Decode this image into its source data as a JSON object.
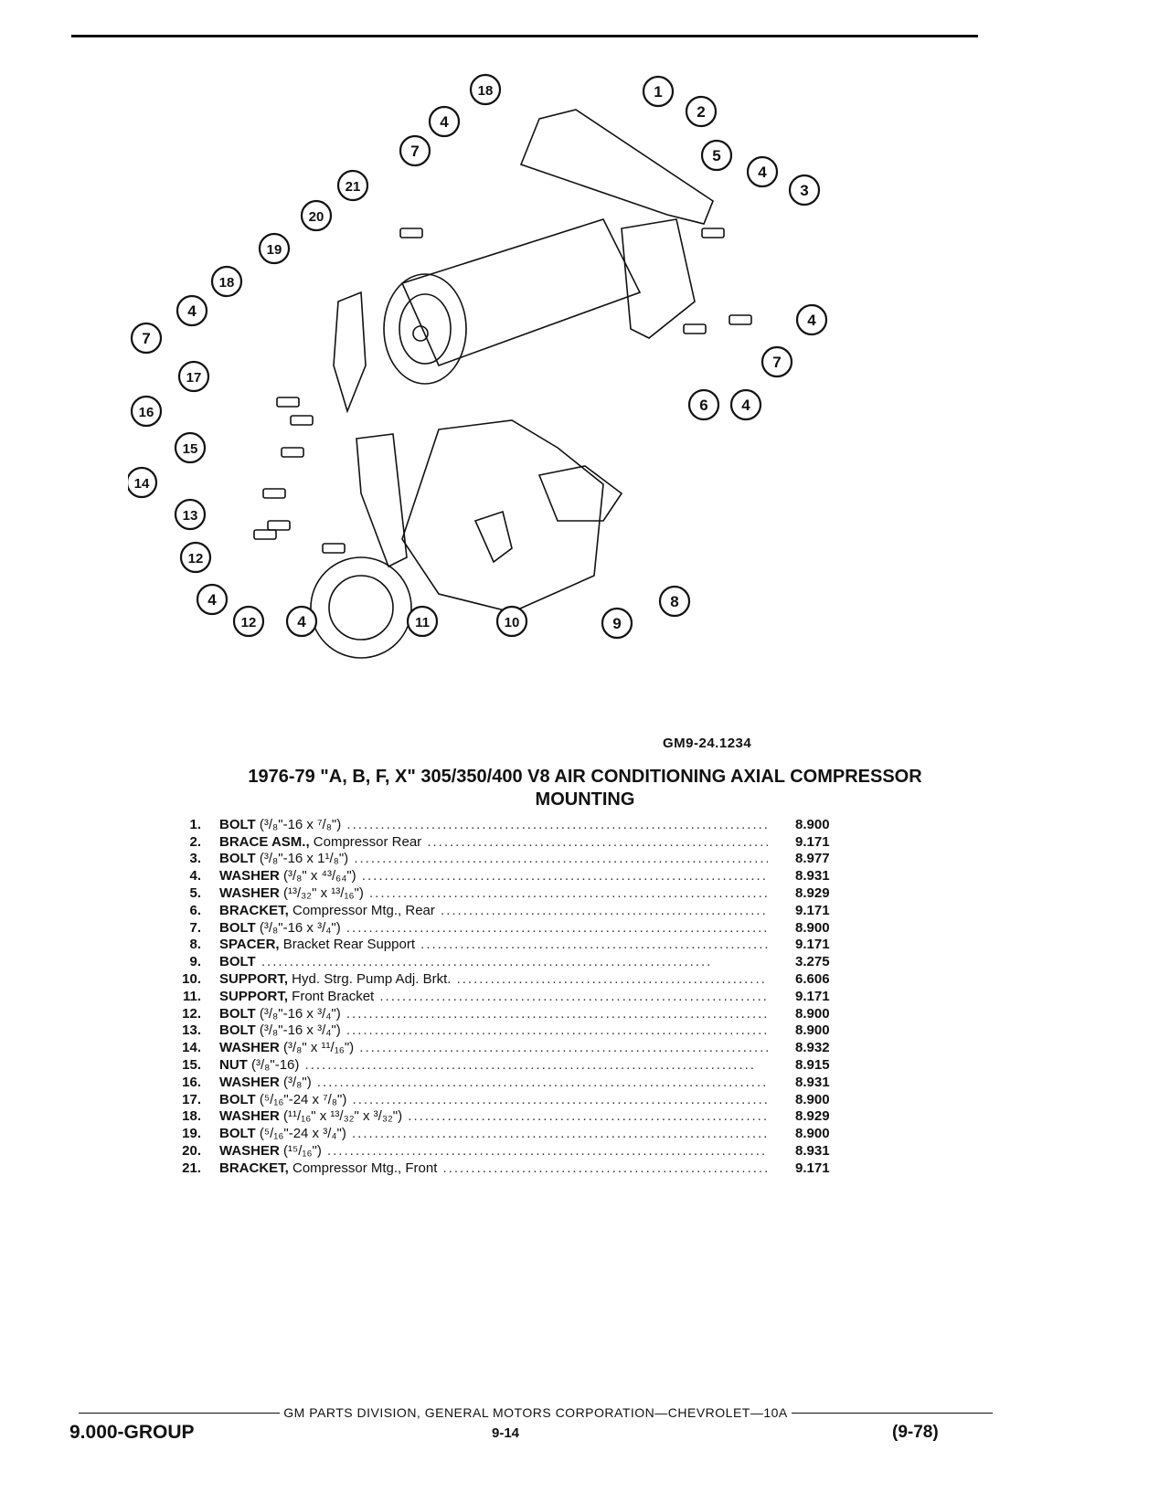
{
  "figure": {
    "code": "GM9-24.1234",
    "callouts": [
      "1",
      "2",
      "3",
      "4",
      "5",
      "6",
      "7",
      "8",
      "9",
      "10",
      "11",
      "12",
      "13",
      "14",
      "15",
      "16",
      "17",
      "18",
      "19",
      "20",
      "21"
    ]
  },
  "title": {
    "line1": "1976-79 \"A, B, F, X\" 305/350/400 V8 AIR CONDITIONING AXIAL COMPRESSOR",
    "line2": "MOUNTING"
  },
  "parts": [
    {
      "num": "1.",
      "name": "BOLT",
      "detail": " (³/₈\"-16 x ⁷/₈\")",
      "group": "8.900"
    },
    {
      "num": "2.",
      "name": "BRACE ASM.,",
      "detail": " Compressor Rear",
      "group": "9.171"
    },
    {
      "num": "3.",
      "name": "BOLT",
      "detail": " (³/₈\"-16 x 1¹/₈\")",
      "group": "8.977"
    },
    {
      "num": "4.",
      "name": "WASHER",
      "detail": " (³/₈\" x ⁴³/₆₄\")",
      "group": "8.931"
    },
    {
      "num": "5.",
      "name": "WASHER",
      "detail": " (¹³/₃₂\" x ¹³/₁₆\")",
      "group": "8.929"
    },
    {
      "num": "6.",
      "name": "BRACKET,",
      "detail": " Compressor Mtg., Rear",
      "group": "9.171"
    },
    {
      "num": "7.",
      "name": "BOLT",
      "detail": " (³/₈\"-16 x ³/₄\")",
      "group": "8.900"
    },
    {
      "num": "8.",
      "name": "SPACER,",
      "detail": " Bracket Rear Support",
      "group": "9.171"
    },
    {
      "num": "9.",
      "name": "BOLT",
      "detail": "",
      "group": "3.275"
    },
    {
      "num": "10.",
      "name": "SUPPORT,",
      "detail": " Hyd. Strg. Pump Adj. Brkt.",
      "group": "6.606"
    },
    {
      "num": "11.",
      "name": "SUPPORT,",
      "detail": " Front Bracket",
      "group": "9.171"
    },
    {
      "num": "12.",
      "name": "BOLT",
      "detail": " (³/₈\"-16 x ³/₄\")",
      "group": "8.900"
    },
    {
      "num": "13.",
      "name": "BOLT",
      "detail": " (³/₈\"-16 x ³/₄\")",
      "group": "8.900"
    },
    {
      "num": "14.",
      "name": "WASHER",
      "detail": " (³/₈\" x ¹¹/₁₆\")",
      "group": "8.932"
    },
    {
      "num": "15.",
      "name": "NUT",
      "detail": " (³/₈\"-16)",
      "group": "8.915"
    },
    {
      "num": "16.",
      "name": "WASHER",
      "detail": " (³/₈\")",
      "group": "8.931"
    },
    {
      "num": "17.",
      "name": "BOLT",
      "detail": " (⁵/₁₆\"-24 x ⁷/₈\")",
      "group": "8.900"
    },
    {
      "num": "18.",
      "name": "WASHER",
      "detail": " (¹¹/₁₆\" x ¹³/₃₂\" x ³/₃₂\")",
      "group": "8.929"
    },
    {
      "num": "19.",
      "name": "BOLT",
      "detail": " (⁵/₁₆\"-24 x ³/₄\")",
      "group": "8.900"
    },
    {
      "num": "20.",
      "name": "WASHER",
      "detail": " (¹⁵/₁₆\")",
      "group": "8.931"
    },
    {
      "num": "21.",
      "name": "BRACKET,",
      "detail": " Compressor Mtg., Front",
      "group": "9.171"
    }
  ],
  "footer": {
    "publisher": "GM PARTS DIVISION, GENERAL MOTORS CORPORATION—CHEVROLET—10A",
    "group": "9.000-GROUP",
    "page": "9-14",
    "date": "(9-78)"
  }
}
